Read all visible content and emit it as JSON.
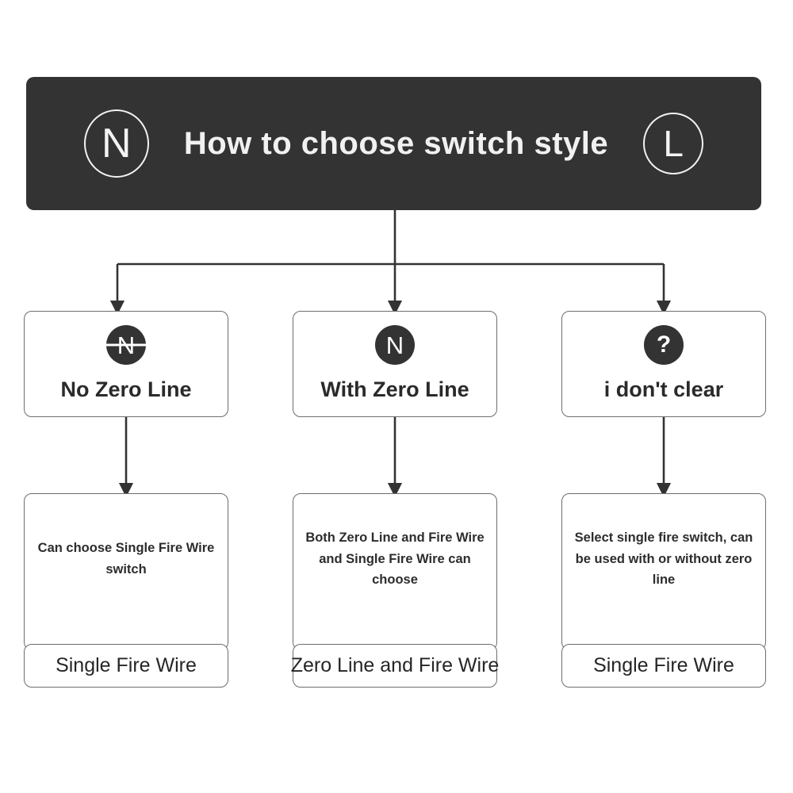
{
  "header": {
    "title": "How to choose switch style",
    "left_icon": "circle-n-icon",
    "left_icon_label": "N",
    "right_icon": "circle-l-icon",
    "right_icon_label": "L",
    "background_color": "#333333",
    "text_color": "#f1f1f1"
  },
  "decisions": [
    {
      "icon": "n-crossed-out-icon",
      "icon_label": "N",
      "struck_through": true,
      "label": "No Zero Line"
    },
    {
      "icon": "n-badge-icon",
      "icon_label": "N",
      "struck_through": false,
      "label": "With Zero Line"
    },
    {
      "icon": "question-mark-icon",
      "icon_label": "?",
      "struck_through": false,
      "label": "i don't clear"
    }
  ],
  "outcomes": [
    {
      "description": "Can choose Single Fire Wire switch",
      "result": "Single Fire Wire"
    },
    {
      "description": "Both Zero Line and Fire Wire and Single Fire Wire can choose",
      "result": "Zero Line and Fire Wire"
    },
    {
      "description": "Select single fire switch, can be used with or without zero line",
      "result": "Single Fire Wire"
    }
  ],
  "theme": {
    "background": "#ffffff",
    "box_border": "#6d6d6d",
    "connector": "#333333",
    "badge_fill": "#333333"
  }
}
